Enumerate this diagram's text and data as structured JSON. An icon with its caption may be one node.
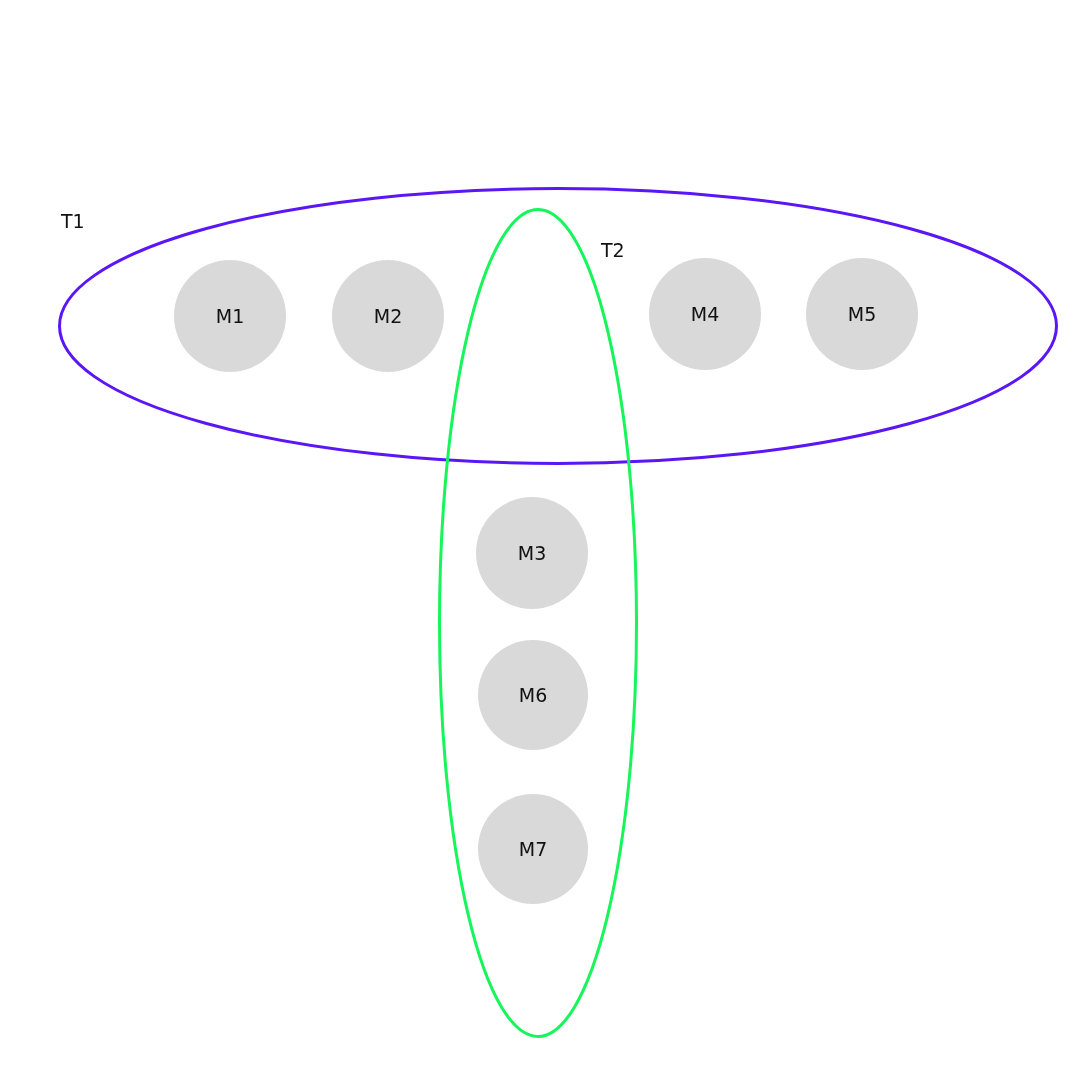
{
  "diagram": {
    "nodes": [
      {
        "text": [
          "T1"
        ]
      },
      {
        "text": [],
        "shape": "ellipse"
      },
      {
        "text": [
          "M1"
        ],
        "in": 0
      },
      {
        "text": [
          "M2"
        ],
        "in": 0
      },
      {
        "text": [
          "M4"
        ],
        "in": 0
      },
      {
        "text": [
          "M5"
        ],
        "in": 0
      },
      {
        "text": [
          "M3"
        ],
        "in": 1
      },
      {
        "text": [
          "M6"
        ],
        "in": 1
      },
      {
        "text": [
          "M7"
        ],
        "in": 1
      }
    ],
    "edges": [],
    "labels": [
      "T2"
    ]
  }
}
